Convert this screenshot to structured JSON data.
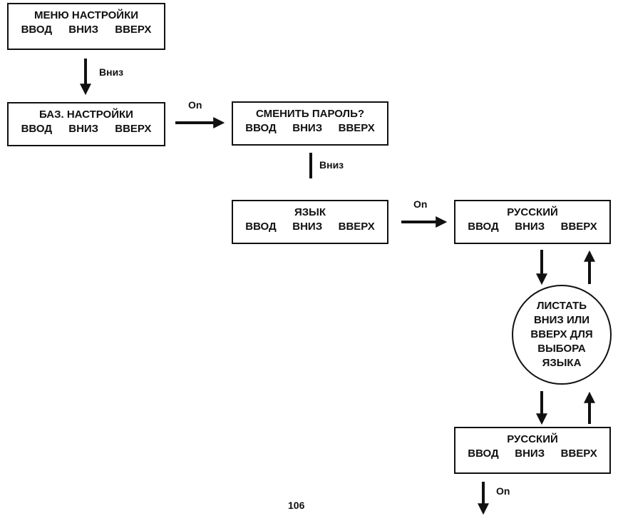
{
  "keys": {
    "enter": "ВВОД",
    "down": "ВНИЗ",
    "up": "ВВЕРХ"
  },
  "boxes": {
    "setup_menu": "МЕНЮ НАСТРОЙКИ",
    "basic_settings": "БАЗ. НАСТРОЙКИ",
    "change_password": "СМЕНИТЬ ПАРОЛЬ?",
    "language": "ЯЗЫК",
    "russian_top": "РУССКИЙ",
    "russian_bottom": "РУССКИЙ"
  },
  "circle_text": "ЛИСТАТЬ\nВНИЗ ИЛИ\nВВЕРХ ДЛЯ\nВЫБОРА\nЯЗЫКА",
  "labels": {
    "down_1": "Вниз",
    "on_1": "On",
    "down_2": "Вниз",
    "on_2": "On",
    "on_3": "On"
  },
  "page_number": "106"
}
